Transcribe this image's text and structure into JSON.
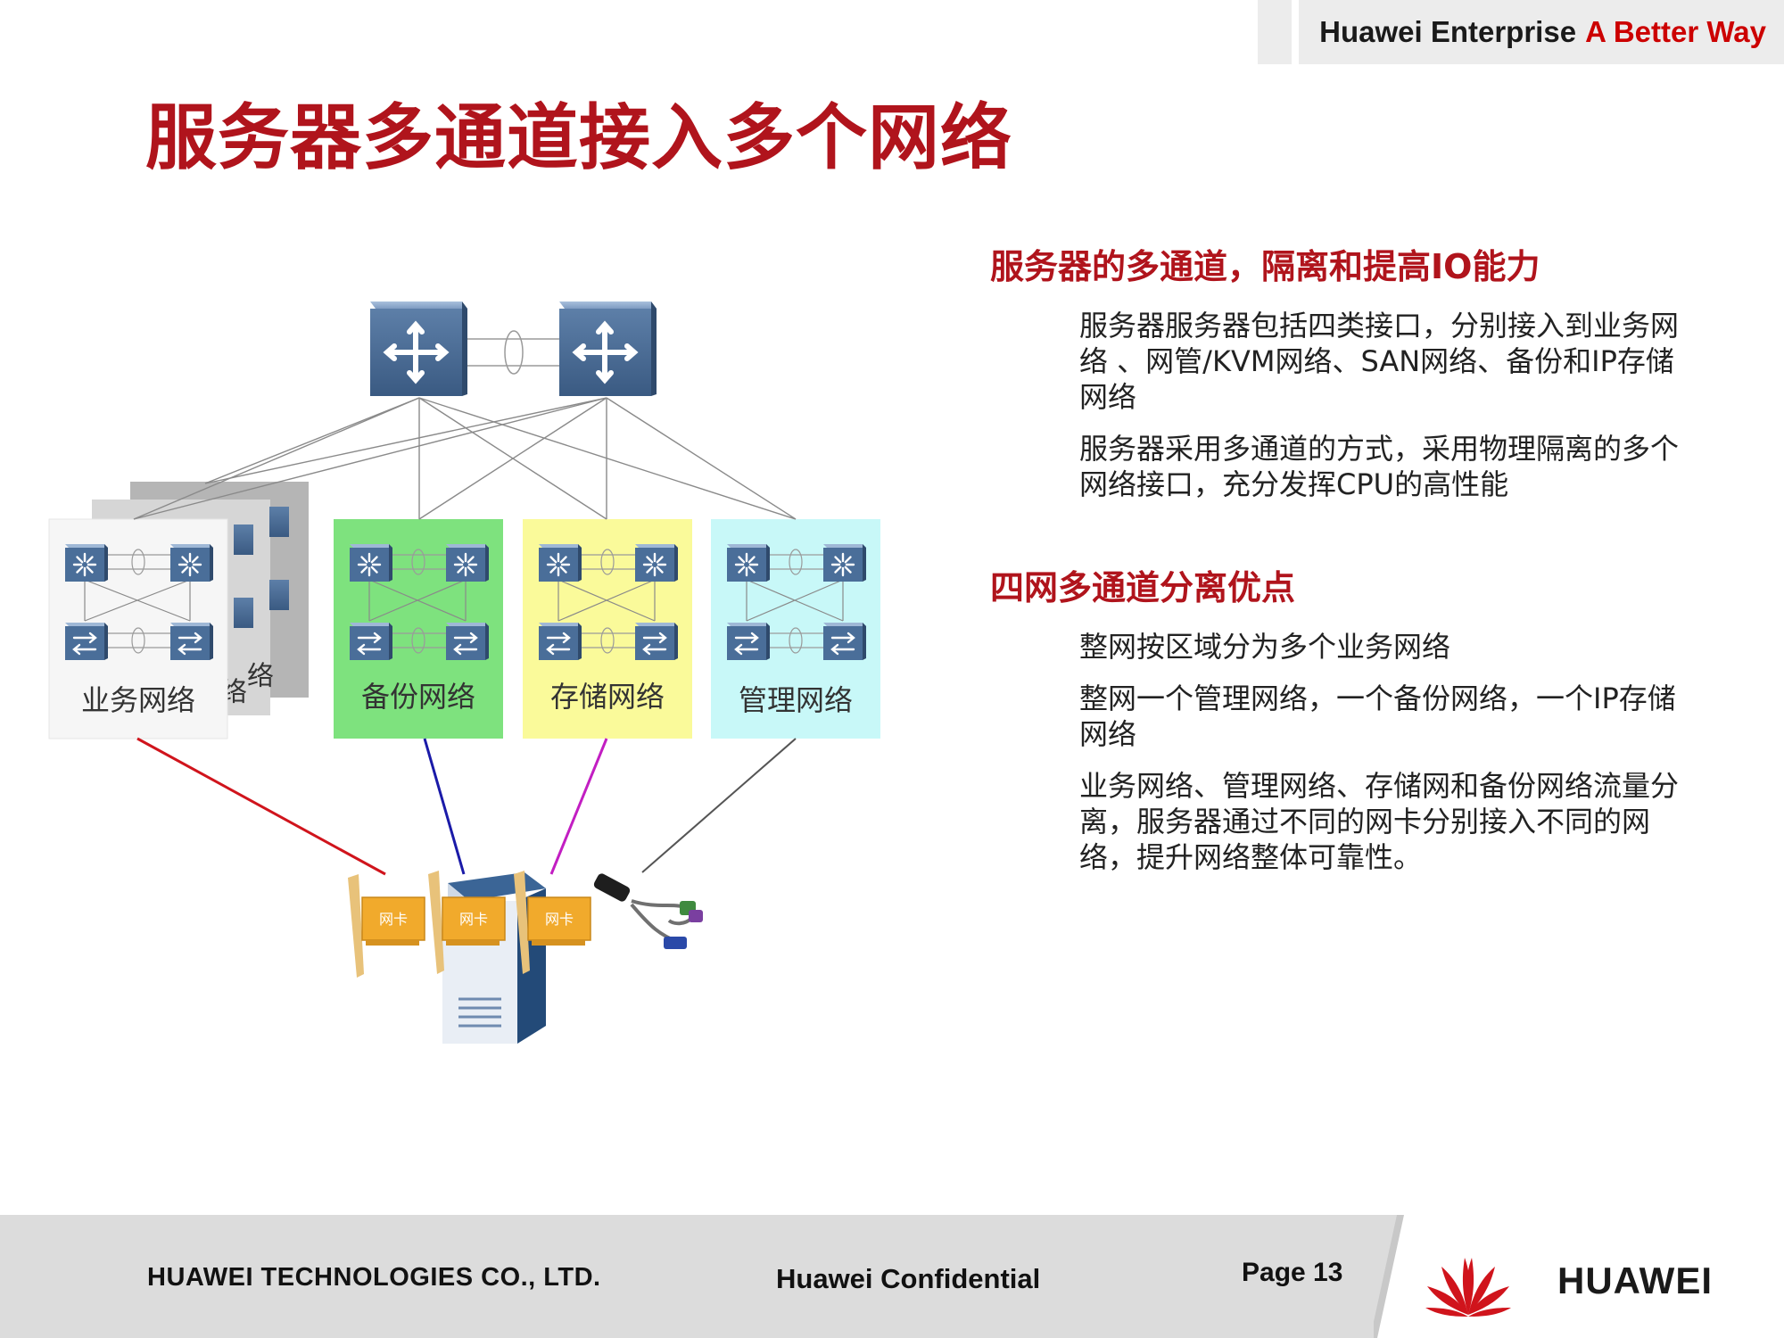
{
  "header": {
    "brand_text": "Huawei Enterprise",
    "tagline": "A Better Way"
  },
  "title": "服务器多通道接入多个网络",
  "section1": {
    "heading": "服务器的多通道，隔离和提高IO能力",
    "paragraphs": [
      "服务器服务器包括四类接口，分别接入到业务网络 、网管/KVM网络、SAN网络、备份和IP存储网络",
      "服务器采用多通道的方式，采用物理隔离的多个网络接口，充分发挥CPU的高性能"
    ]
  },
  "section2": {
    "heading": "四网多通道分离优点",
    "paragraphs": [
      "整网按区域分为多个业务网络",
      "整网一个管理网络，一个备份网络，一个IP存储网络",
      "业务网络、管理网络、存储网和备份网络流量分离，服务器通过不同的网卡分别接入不同的网络，提升网络整体可靠性。"
    ]
  },
  "diagram": {
    "networks": [
      {
        "label": "业务网络",
        "color": "#f6f6f6",
        "line_color": "#d0141c"
      },
      {
        "label": "备份网络",
        "color": "#7ee27e",
        "line_color": "#1a1aa8"
      },
      {
        "label": "存储网络",
        "color": "#fafa9a",
        "line_color": "#c21ec2"
      },
      {
        "label": "管理网络",
        "color": "#c8f8f8",
        "line_color": "#555555"
      }
    ],
    "nic_label": "网卡",
    "stack_labels": [
      "络",
      "络"
    ]
  },
  "footer": {
    "company": "HUAWEI TECHNOLOGIES CO., LTD.",
    "confidential": "Huawei Confidential",
    "page": "Page 13",
    "brand": "HUAWEI"
  }
}
